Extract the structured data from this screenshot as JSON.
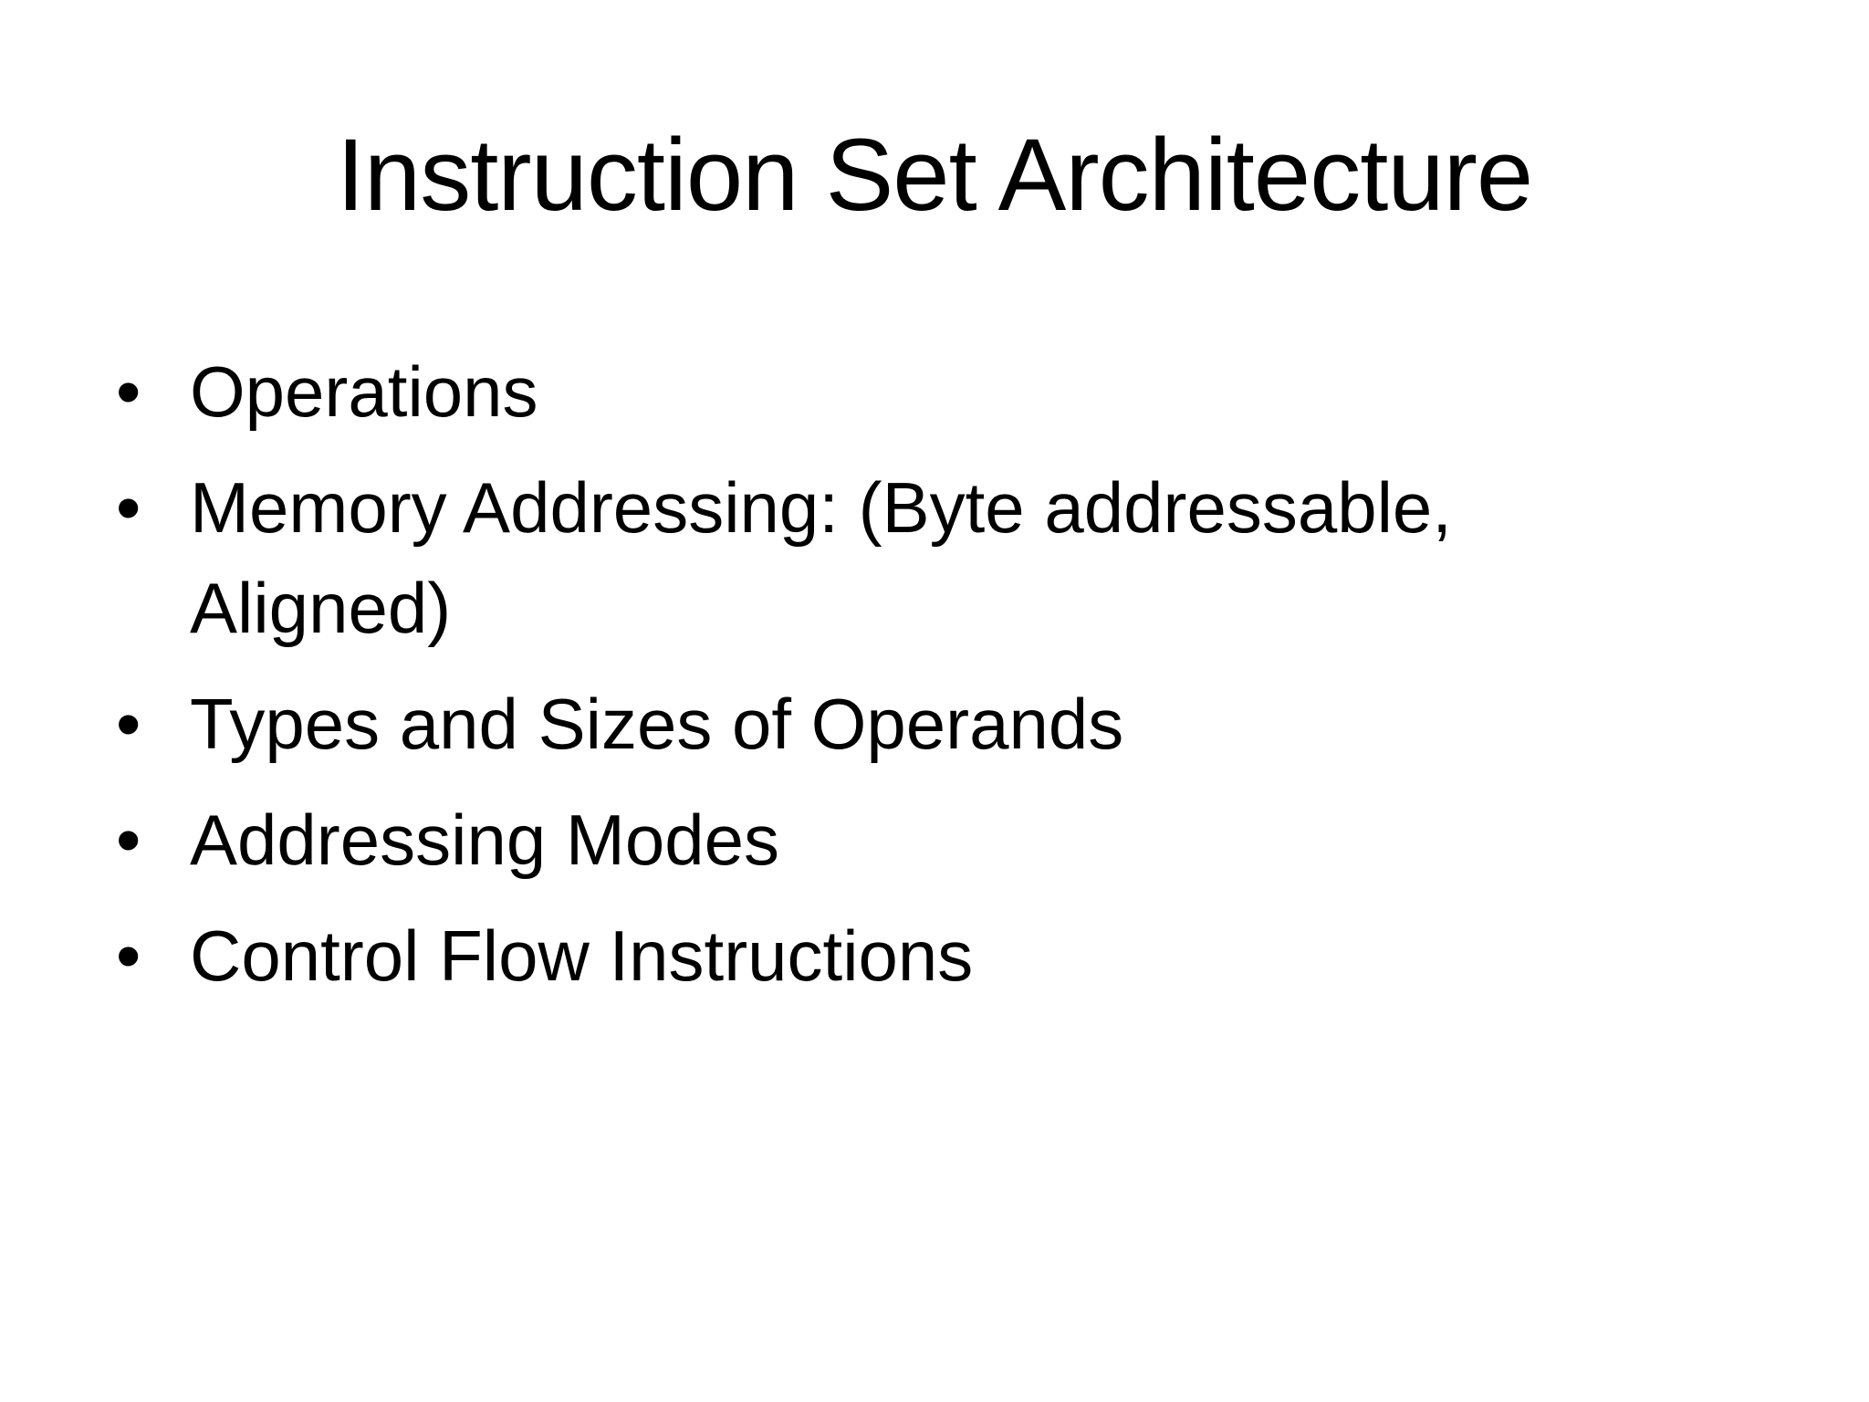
{
  "slide": {
    "title": "Instruction Set Architecture",
    "bullet_glyph": "•",
    "bullets": [
      "Operations",
      "Memory Addressing: (Byte addressable, Aligned)",
      "Types and Sizes of Operands",
      "Addressing Modes",
      "Control Flow Instructions"
    ],
    "colors": {
      "background": "#ffffff",
      "text": "#000000"
    }
  }
}
